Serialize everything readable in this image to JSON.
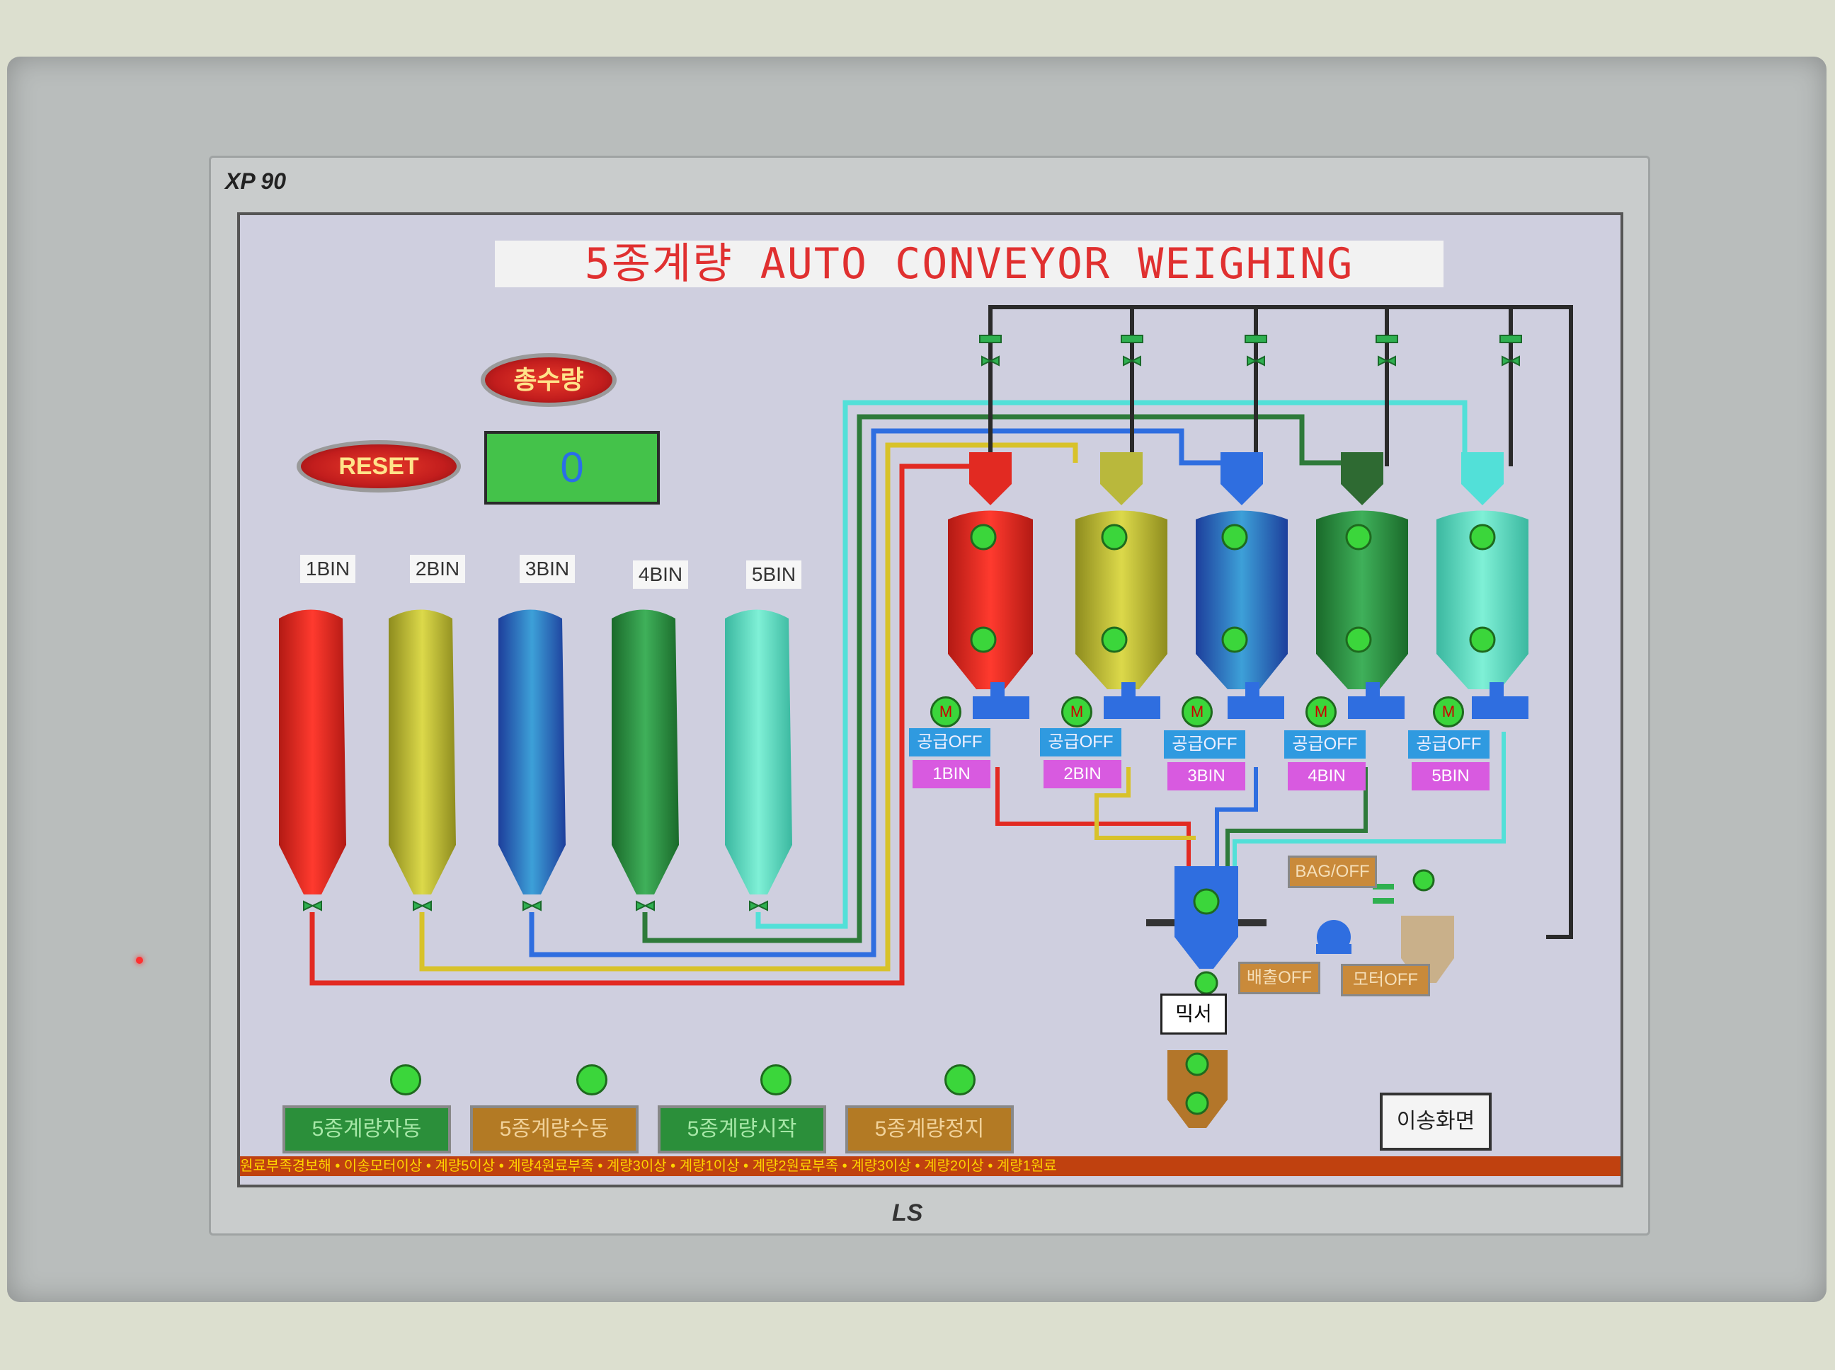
{
  "device": {
    "model": "XP 90",
    "maker": "LS"
  },
  "title": "5종계량 AUTO CONVEYOR WEIGHING",
  "total_button": "총수량",
  "reset_button": "RESET",
  "counter_value": "0",
  "bins": [
    "1BIN",
    "2BIN",
    "3BIN",
    "4BIN",
    "5BIN"
  ],
  "hoppers": [
    {
      "supply": "공급OFF",
      "bin": "1BIN"
    },
    {
      "supply": "공급OFF",
      "bin": "2BIN"
    },
    {
      "supply": "공급OFF",
      "bin": "3BIN"
    },
    {
      "supply": "공급OFF",
      "bin": "4BIN"
    },
    {
      "supply": "공급OFF",
      "bin": "5BIN"
    }
  ],
  "motor_label": "M",
  "bag_button": "BAG/OFF",
  "discharge_button": "배출OFF",
  "blower_button": "모터OFF",
  "mixer_label": "믹서",
  "bottom_buttons": [
    "5종계량자동",
    "5종계량수동",
    "5종계량시작",
    "5종계량정지"
  ],
  "move_screen_button": "이송화면",
  "ticker": "원료부족경보해 • 이송모터이상 • 계량5이상 • 계량4원료부족 • 계량3이상 • 계량1이상 • 계량2원료부족 • 계량3이상 • 계량2이상 • 계량1원료",
  "colors": {
    "red": "#e22a22",
    "yellow": "#d1cd3c",
    "blue": "#2f6ee0",
    "green": "#2fa14a",
    "cyan": "#52e0d8",
    "screen_bg": "#cfcfdf"
  }
}
